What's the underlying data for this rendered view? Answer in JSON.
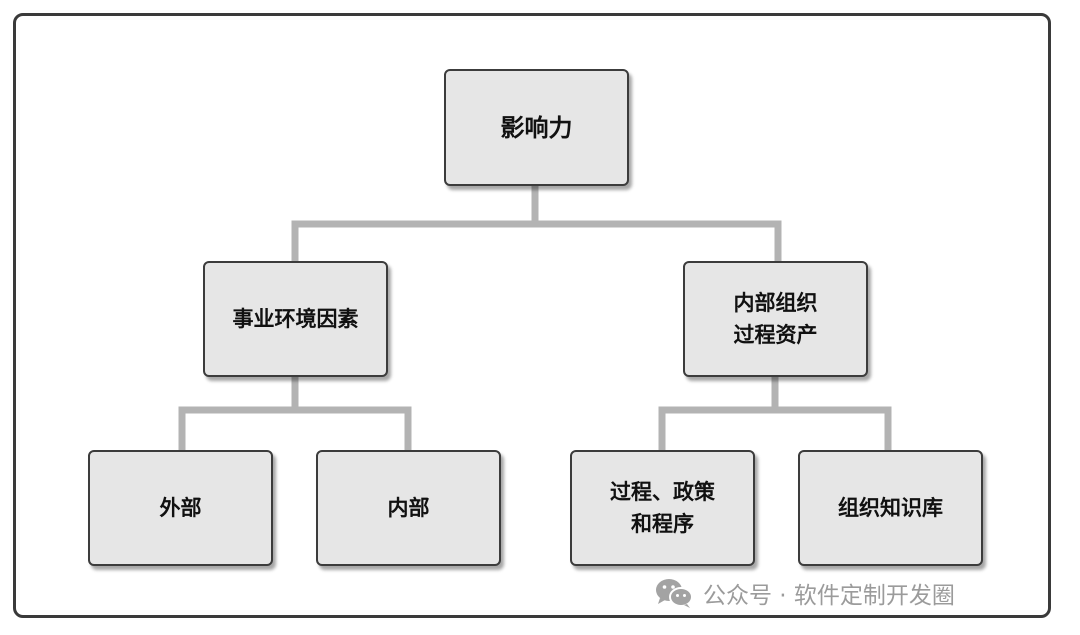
{
  "diagram": {
    "root": {
      "label": "影响力"
    },
    "branches": [
      {
        "label_lines": [
          "事业环境因素"
        ],
        "children": [
          {
            "label_lines": [
              "外部"
            ]
          },
          {
            "label_lines": [
              "内部"
            ]
          }
        ]
      },
      {
        "label_lines": [
          "内部组织",
          "过程资产"
        ],
        "children": [
          {
            "label_lines": [
              "过程、政策",
              "和程序"
            ]
          },
          {
            "label_lines": [
              "组织知识库"
            ]
          }
        ]
      }
    ]
  },
  "watermark": {
    "icon": "wechat-icon",
    "text": "公众号 · 软件定制开发圈"
  },
  "colors": {
    "node_fill": "#e6e6e6",
    "node_border": "#3c3c3c",
    "connector": "#b3b3b3",
    "frame_border": "#3a3a3a",
    "watermark": "#9b9b9b"
  }
}
